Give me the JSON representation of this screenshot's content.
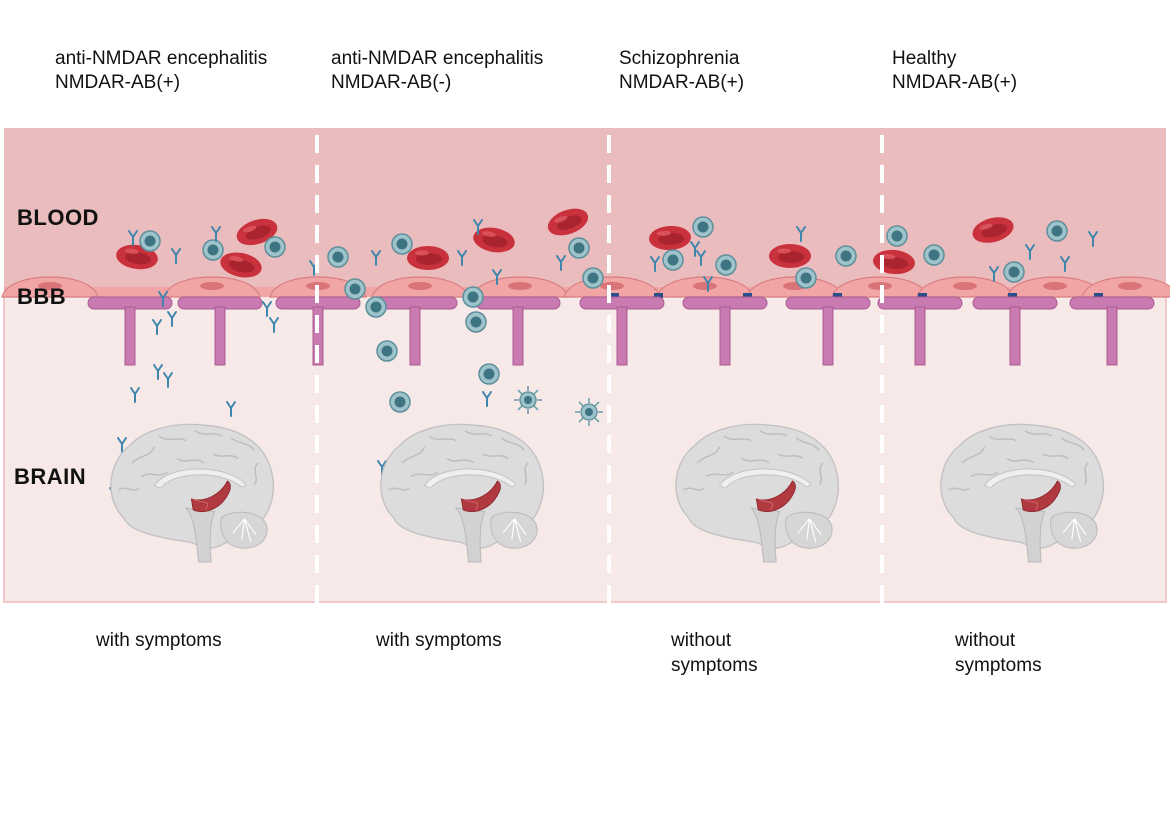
{
  "columns": [
    {
      "title": "anti-NMDAR encephalitis",
      "subtitle": "NMDAR-AB(+)",
      "footer": [
        "with symptoms"
      ]
    },
    {
      "title": "anti-NMDAR encephalitis",
      "subtitle": "NMDAR-AB(-)",
      "footer": [
        "with symptoms"
      ]
    },
    {
      "title": "Schizophrenia",
      "subtitle": "NMDAR-AB(+)",
      "footer": [
        "without",
        "symptoms"
      ]
    },
    {
      "title": "Healthy",
      "subtitle": "NMDAR-AB(+)",
      "footer": [
        "without",
        "symptoms"
      ]
    }
  ],
  "labels": {
    "blood": "BLOOD",
    "bbb": "BBB",
    "brain": "BRAIN"
  },
  "colors": {
    "blood_region": "#ebbcbe",
    "brain_region": "#f8e9e9",
    "endothelial": "#f2a5a5",
    "astrocyte": "#c97ab0",
    "red_blood_cell": "#c9313c",
    "immune_cell": "#6fa3ae",
    "antibody": "#3f86ad",
    "tight_junction": "#2b4d8c",
    "brain_tissue": "#dadada",
    "hippocampus": "#b03a3f"
  },
  "icons": [
    "red-blood-cell-icon",
    "immune-cell-icon",
    "antibody-icon",
    "brain-icon",
    "astrocyte-icon",
    "endothelial-cell-icon",
    "tight-junction-icon",
    "activated-immune-cell-icon"
  ]
}
